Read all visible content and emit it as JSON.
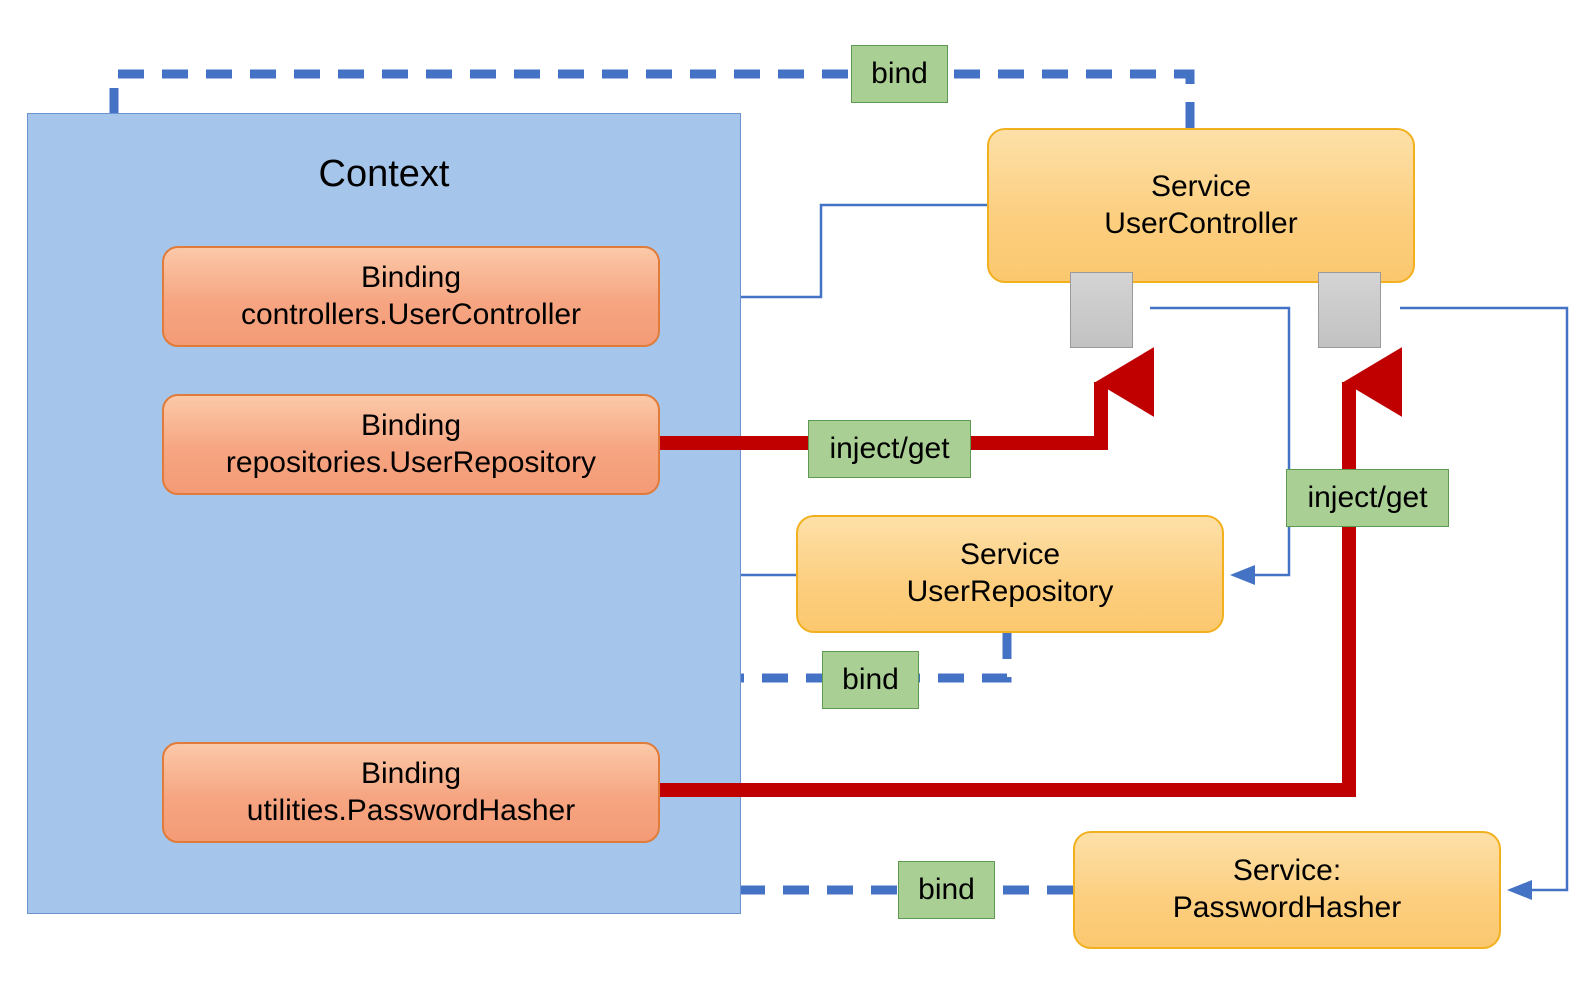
{
  "diagram": {
    "title": "Context",
    "colors": {
      "context_fill": "#a6c5ea",
      "context_stroke": "#6b93cf",
      "binding_fill": "#f6a582",
      "binding_stroke": "#e07b39",
      "service_fill": "#fcce7e",
      "service_stroke": "#f2b01e",
      "label_fill": "#aacf94",
      "label_stroke": "#5f9a52",
      "bind_arrow": "#4472c4",
      "inject_arrow": "#c00000",
      "connector": "#4472c4",
      "port_fill": "#c2c2c2"
    },
    "bindings": [
      {
        "id": "binding-user-controller",
        "line1": "Binding",
        "line2": "controllers.UserController"
      },
      {
        "id": "binding-user-repository",
        "line1": "Binding",
        "line2": "repositories.UserRepository"
      },
      {
        "id": "binding-password-hasher",
        "line1": "Binding",
        "line2": "utilities.PasswordHasher"
      }
    ],
    "services": [
      {
        "id": "service-user-controller",
        "line1": "Service",
        "line2": "UserController"
      },
      {
        "id": "service-user-repository",
        "line1": "Service",
        "line2": "UserRepository"
      },
      {
        "id": "service-password-hasher",
        "line1": "Service:",
        "line2": "PasswordHasher"
      }
    ],
    "edge_labels": {
      "bind_top": "bind",
      "bind_middle": "bind",
      "bind_bottom": "bind",
      "inject_left": "inject/get",
      "inject_right": "inject/get"
    },
    "ports": [
      {
        "id": "port-user-controller-repo"
      },
      {
        "id": "port-user-controller-hasher"
      }
    ]
  }
}
